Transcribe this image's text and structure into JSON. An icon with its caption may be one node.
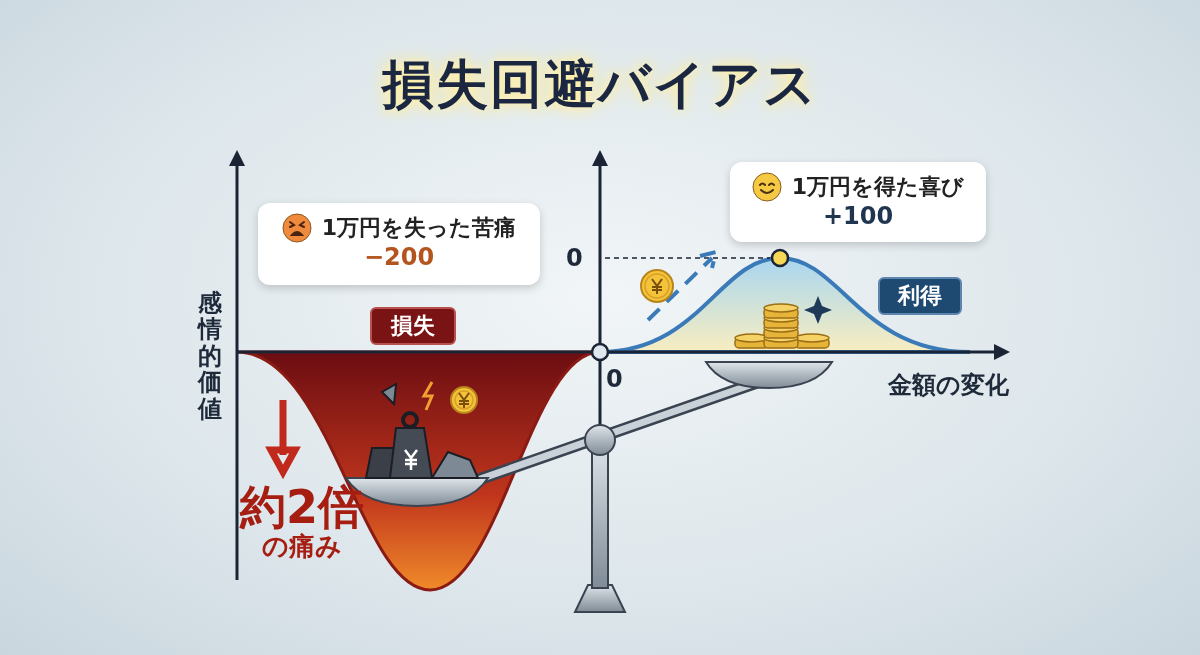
{
  "diagram": {
    "title": "損失回避バイアス",
    "nodes": [
      {
        "text": [
          "1万円を失った苦痛",
          "−200"
        ]
      },
      {
        "text": [
          "1万円を得た喜び",
          "+100"
        ]
      },
      {
        "text": [
          "損失"
        ]
      },
      {
        "text": [
          "利得"
        ]
      }
    ],
    "labels": [
      "感情的価値",
      "0",
      "0",
      "金額の変化",
      "約2倍",
      "の痛み"
    ]
  }
}
